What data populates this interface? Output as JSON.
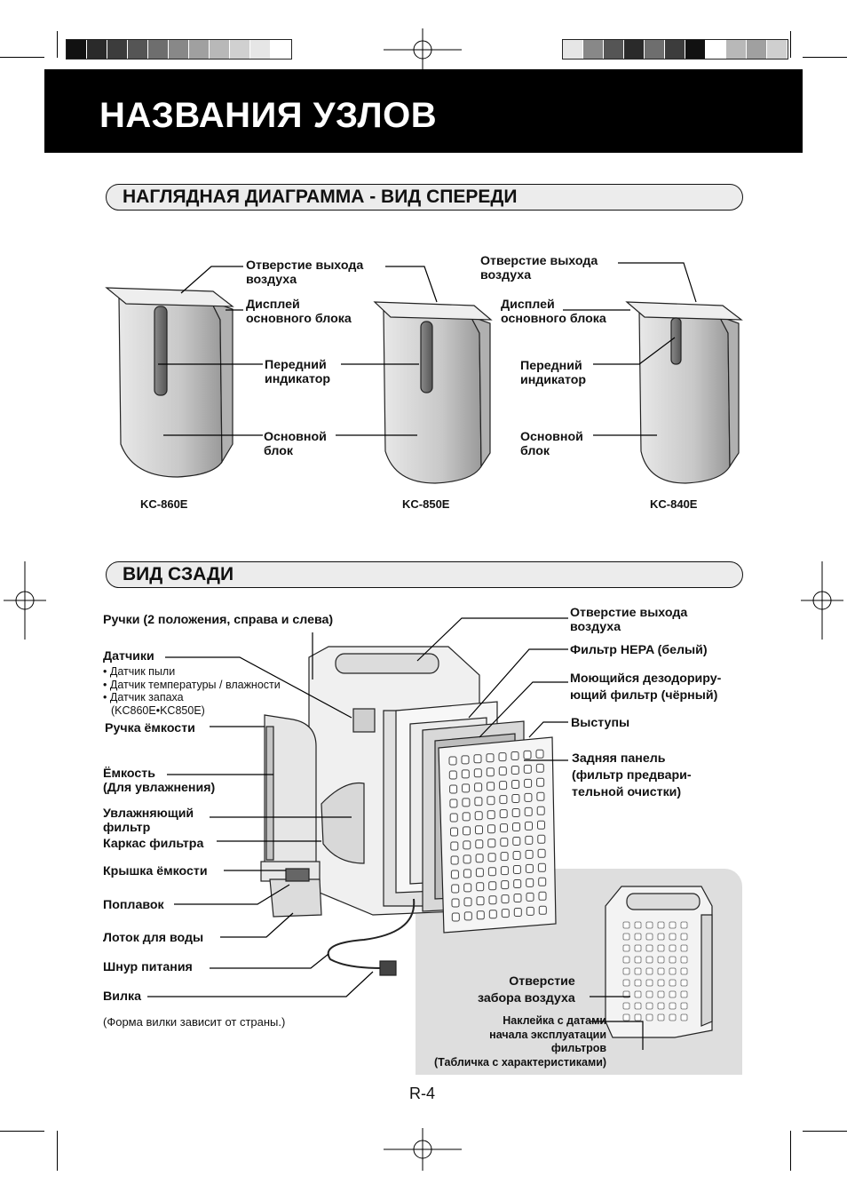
{
  "page_title": "НАЗВАНИЯ УЗЛОВ",
  "sections": {
    "front": "НАГЛЯДНАЯ ДИАГРАММА - ВИД СПЕРЕДИ",
    "rear": "ВИД СЗАДИ"
  },
  "front_labels": {
    "air_outlet": "Отверстие выхода\nвоздуха",
    "display": "Дисплей\nосновного блока",
    "front_indicator": "Передний\nиндикатор",
    "main_unit": "Основной\nблок"
  },
  "models": [
    "KC-860E",
    "KC-850E",
    "KC-840E"
  ],
  "rear_labels_left": {
    "handles": "Ручки (2 положения, справа и слева)",
    "sensors_title": "Датчики",
    "sensors_list": [
      "• Датчик пыли",
      "• Датчик температуры / влажности",
      "• Датчик запаха",
      "(KC860E•KC850E)"
    ],
    "tank_handle": "Ручка ёмкости",
    "tank": "Ёмкость\n(Для увлажнения)",
    "humidifying_filter": "Увлажняющий\nфильтр",
    "filter_frame": "Каркас фильтра",
    "tank_cap": "Крышка ёмкости",
    "float": "Поплавок",
    "water_tray": "Лоток для воды",
    "power_cord": "Шнур питания",
    "plug": "Вилка",
    "plug_note": "(Форма вилки зависит от страны.)"
  },
  "rear_labels_right": {
    "air_outlet": "Отверстие выхода\nвоздуха",
    "hepa": "Фильтр HEPA (белый)",
    "deodorizing": "Моющийся дезодориру-\nющий фильтр (чёрный)",
    "tabs": "Выступы",
    "back_panel": "Задняя панель\n(фильтр предвари-\nтельной очистки)"
  },
  "inset_labels": {
    "air_intake": "Отверстие\nзабора воздуха",
    "sticker": "Наклейка с датами\nначала эксплуатации\nфильтров\n(Табличка с характеристиками)"
  },
  "page_number": "R-4",
  "colorbar_left": [
    "#111111",
    "#2a2a2a",
    "#3c3c3c",
    "#555555",
    "#6e6e6e",
    "#888888",
    "#a0a0a0",
    "#b8b8b8",
    "#d0d0d0",
    "#e6e6e6",
    "#ffffff"
  ],
  "colorbar_right": [
    "#e6e6e6",
    "#888888",
    "#555555",
    "#2a2a2a",
    "#6e6e6e",
    "#3c3c3c",
    "#111111",
    "#ffffff",
    "#b8b8b8",
    "#a0a0a0",
    "#cfcfcf"
  ]
}
